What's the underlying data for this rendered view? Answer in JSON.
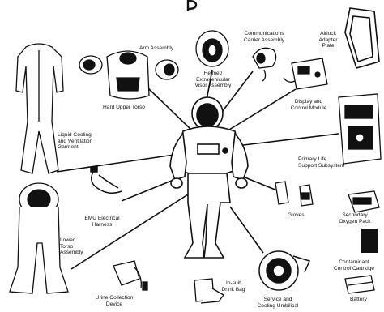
{
  "labels": {
    "arm_assembly": "Arm Assembly",
    "helmet_evva": "Helmet/\nExtravehicular\nVisor Assembly",
    "comm_carrier": "Communications\nCarrier Assembly",
    "airlock_adapter": "Airlock\nAdapter\nPlate",
    "hard_upper_torso": "Hard Upper Torso",
    "display_control": "Display and\nControl Module",
    "lcvg": "Liquid Cooling\nand Ventilation\nGarment",
    "plss": "Primary Life\nSupport Subsystem",
    "emu_harness": "EMU Electrical\nHarness",
    "gloves": "Gloves",
    "secondary_o2": "Secondary\nOxygen Pack",
    "lower_torso": "Lower\nTorso\nAssembly",
    "contaminant": "Contaminant\nControl Cartridge",
    "urine": "Urine Collection\nDevice",
    "drink_bag": "In-suit\nDrink Bag",
    "service_umbilical": "Service and\nCooling Umbilical",
    "battery": "Battery"
  },
  "colors": {
    "ink": "#111111",
    "paper": "#ffffff"
  }
}
